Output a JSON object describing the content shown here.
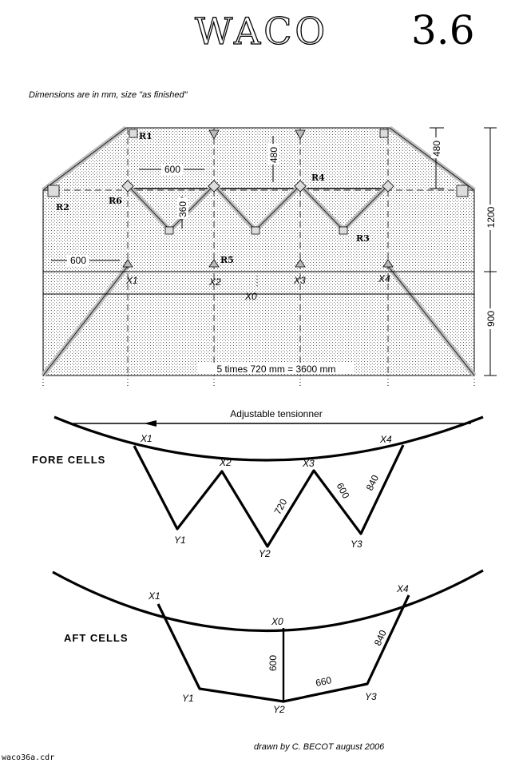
{
  "title": {
    "word": "WACO",
    "version": "3.6"
  },
  "note": "Dimensions are in mm, size  \"as finished\"",
  "plan": {
    "width_label": "5 times 720 mm  =  3600 mm",
    "dim_600_top": "600",
    "dim_600_left": "600",
    "dim_480_inner": "480",
    "dim_480_right": "480",
    "dim_360": "360",
    "dim_1200": "1200",
    "dim_900": "900",
    "rib_labels": [
      "R1",
      "R2",
      "R3",
      "R4",
      "R5",
      "R6"
    ],
    "points": [
      "X1",
      "X2",
      "X3",
      "X4",
      "X0"
    ]
  },
  "fore": {
    "heading": "FORE CELLS",
    "tensioner": "Adjustable tensionner",
    "top_points": [
      "X1",
      "X2",
      "X3",
      "X4"
    ],
    "bottom_points": [
      "Y1",
      "Y2",
      "Y3"
    ],
    "dims": [
      "720",
      "600",
      "840"
    ]
  },
  "aft": {
    "heading": "AFT CELLS",
    "top_points": [
      "X1",
      "X0",
      "X4"
    ],
    "bottom_points": [
      "Y1",
      "Y2",
      "Y3"
    ],
    "dims": [
      "600",
      "660",
      "840"
    ]
  },
  "footer": {
    "credit": "drawn by C. BECOT    august  2006",
    "filename": "waco36a.cdr"
  }
}
